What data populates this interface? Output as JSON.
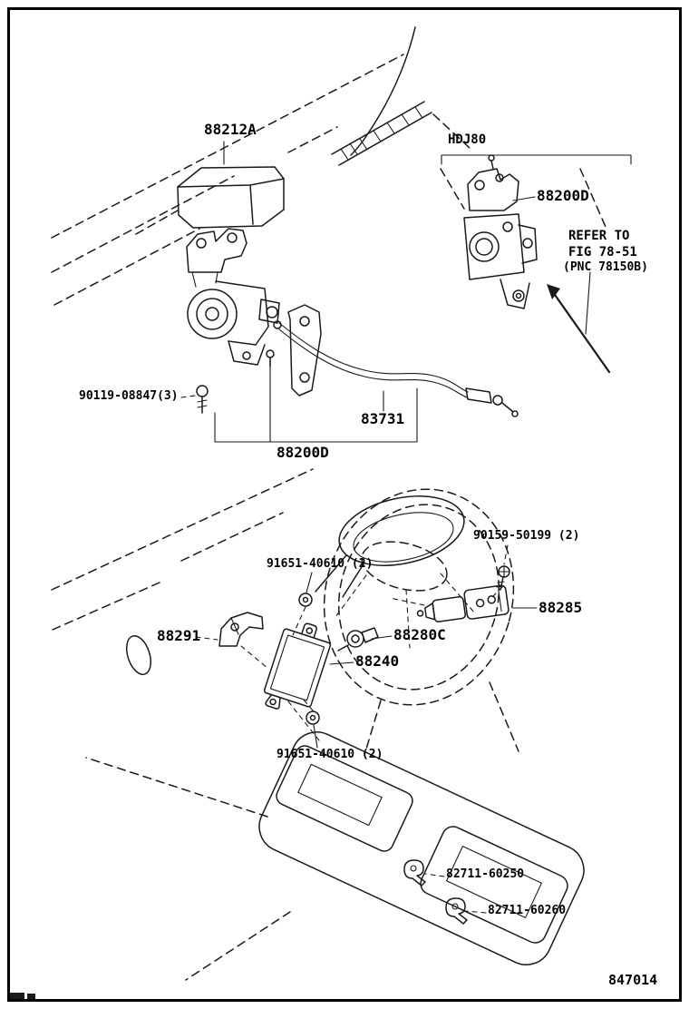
{
  "page": {
    "figure_number": "847014"
  },
  "labels": {
    "cover": "88212A",
    "model_code": "HDJ80",
    "actuator_right": "88200D",
    "refer_note_1": "REFER TO",
    "refer_note_2": "FIG 78-51",
    "refer_note_3": "(PNC 78150B)",
    "bolt": "90119-08847(3)",
    "cable": "83731",
    "actuator_left": "88200D",
    "screw": "90159-50199 (2)",
    "nut_upper": "91651-40610 (2)",
    "bracket": "88291",
    "cancel_switch": "88280C",
    "main_switch": "88285",
    "computer": "88240",
    "nut_lower": "91651-40610 (2)",
    "clamp_upper": "82711-60250",
    "clamp_lower": "82711-60260"
  },
  "colors": {
    "line": "#1a1a1a",
    "background": "#ffffff"
  }
}
